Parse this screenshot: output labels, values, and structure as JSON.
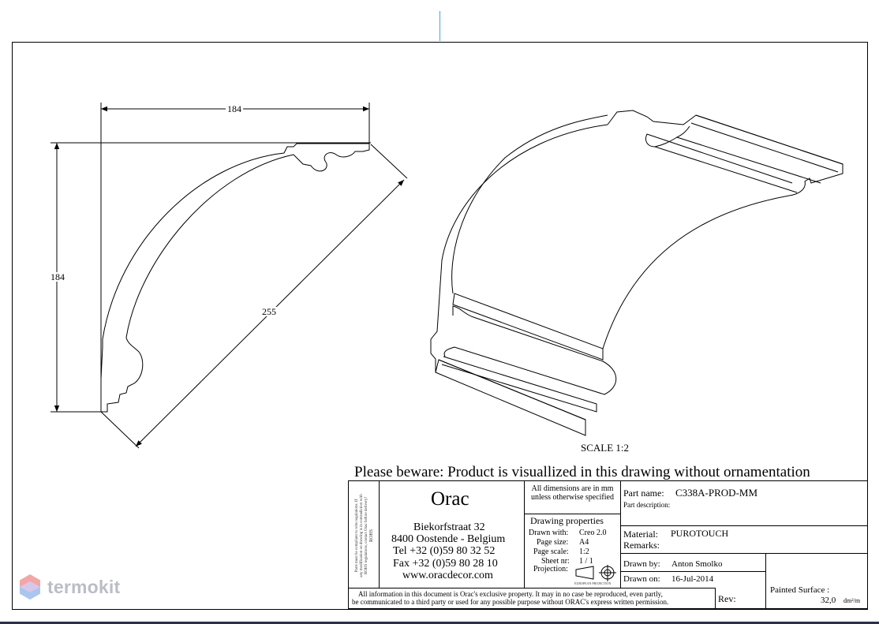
{
  "drawing": {
    "dim_width": "184",
    "dim_height": "184",
    "dim_diagonal": "255",
    "scale_label": "SCALE  1:2"
  },
  "notice": "Please beware: Product is visuallized in this drawing without ornamentation",
  "company": {
    "name": "Orac",
    "street": "Biekorfstraat 32",
    "city": "8400 Oostende - Belgium",
    "tel": "Tel   +32 (0)59 80 32 52",
    "fax": "Fax   +32 (0)59 80 28 10",
    "web": "www.oracdecor.com",
    "side_note_1": "Parts must be compliant to rohs regulations. If",
    "side_note_2": "any modification on drawing is in contradiction with",
    "side_note_3": "ROHS regulations, contact Orac before delivery!",
    "side_note_4": "ROHS"
  },
  "dimensions_note": "All dimensions are in mm unless otherwise specified",
  "properties": {
    "heading": "Drawing properties",
    "drawn_with_label": "Drawn with:",
    "drawn_with": "Creo 2.0",
    "page_size_label": "Page size:",
    "page_size": "A4",
    "page_scale_label": "Page scale:",
    "page_scale": "1:2",
    "sheet_label": "Sheet nr:",
    "sheet": "1 / 1",
    "projection_label": "Projection:",
    "projection_note": "EUROPEAN PROJECTION"
  },
  "part": {
    "name_label": "Part name:",
    "name": "C338A-PROD-MM",
    "description_label": "Part description:",
    "material_label": "Material:",
    "material": "PUROTOUCH",
    "remarks_label": "Remarks:",
    "drawn_by_label": "Drawn by:",
    "drawn_by": "Anton Smolko",
    "drawn_on_label": "Drawn on:",
    "drawn_on": "16-Jul-2014",
    "painted_label": "Painted Surface :",
    "painted_value": "32,0",
    "painted_unit": "dm²/m",
    "rev_label": "Rev:"
  },
  "legal_1": "All information in this document is Orac's exclusive property.  It may in no case be reproduced, even partly,",
  "legal_2": "be communicated to a third party or used for any possible purpose without ORAC's express written permission.",
  "watermark": "termokit",
  "colors": {
    "line": "#000000",
    "accent": "#4aa3d8",
    "watermark": "#b9bec6"
  }
}
